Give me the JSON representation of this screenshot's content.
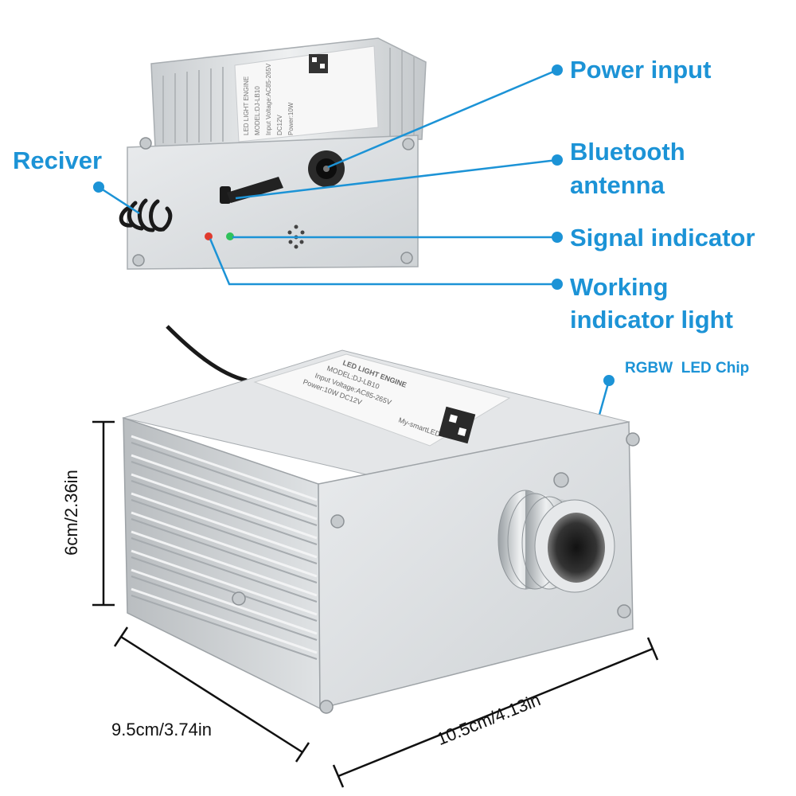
{
  "callouts": {
    "power_input": "Power input",
    "bluetooth_line1": "Bluetooth",
    "bluetooth_line2": "antenna",
    "receiver": "Reciver",
    "signal_indicator": "Signal indicator",
    "working_line1": "Working",
    "working_line2": "indicator light",
    "led_chip": "RGBW  LED Chip"
  },
  "dimensions": {
    "height": "6cm/2.36in",
    "depth": "9.5cm/3.74in",
    "width": "10.5cm/4.13in"
  },
  "product_label": {
    "title": "LED LIGHT ENGINE",
    "model": "MODEL:DJ-LB10",
    "input": "Input Voltage:AC85-265V",
    "output": "DC12V",
    "power": "Power:10W",
    "brand": "My-smartLED"
  },
  "colors": {
    "accent": "#1c93d6",
    "housing": "#d8dcdf",
    "signal_led": "#2fc15a",
    "working_led": "#e03a2e"
  }
}
